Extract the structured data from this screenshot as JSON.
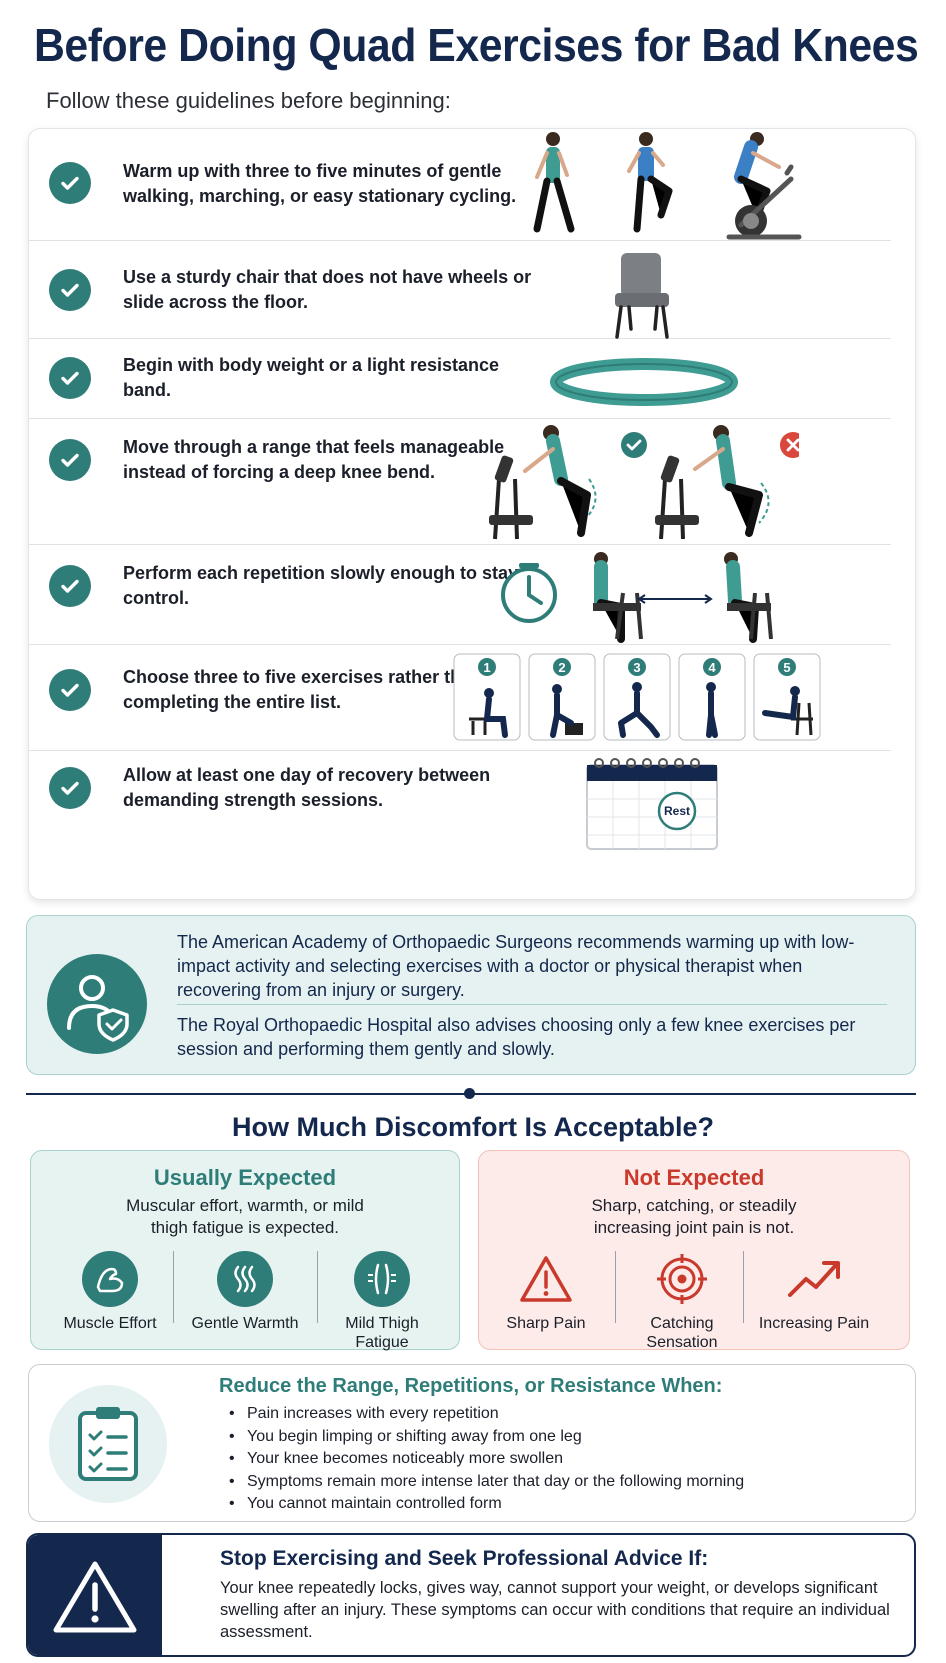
{
  "title": "Before Doing Quad Exercises for Bad Knees",
  "subtitle": "Follow these guidelines before beginning:",
  "checklist": [
    {
      "text": "Warm up with three to five minutes of gentle walking, marching, or easy stationary cycling.",
      "icon": "check-icon"
    },
    {
      "text": "Use a sturdy chair that does not have wheels or slide across the floor.",
      "icon": "check-icon"
    },
    {
      "text": "Begin with body weight or a light resistance band.",
      "icon": "check-icon"
    },
    {
      "text": "Move through a range that feels manageable instead of forcing a deep knee bend.",
      "icon": "check-icon"
    },
    {
      "text": "Perform each repetition slowly enough to stay in control.",
      "icon": "check-icon"
    },
    {
      "text": "Choose three to five exercises rather than completing the entire list.",
      "icon": "check-icon"
    },
    {
      "text": "Allow at least one day of recovery between demanding strength sessions.",
      "icon": "check-icon"
    }
  ],
  "exercise_steps": [
    "1",
    "2",
    "3",
    "4",
    "5"
  ],
  "calendar_label": "Rest",
  "info": {
    "p1": "The American Academy of Orthopaedic Surgeons recommends warming up with low-impact activity and selecting exercises with a doctor or physical therapist when recovering from an injury or surgery.",
    "p2": "The Royal Orthopaedic Hospital also advises choosing only a few knee exercises per session and performing them gently and slowly."
  },
  "discomfort": {
    "heading": "How Much Discomfort Is Acceptable?",
    "expected": {
      "title": "Usually Expected",
      "description": "Muscular effort, warmth, or mild thigh fatigue is expected.",
      "items": [
        {
          "label": "Muscle Effort",
          "icon": "muscle-icon"
        },
        {
          "label": "Gentle Warmth",
          "icon": "warmth-icon"
        },
        {
          "label": "Mild Thigh Fatigue",
          "icon": "thigh-icon"
        }
      ]
    },
    "not_expected": {
      "title": "Not Expected",
      "description": "Sharp, catching, or steadily increasing joint pain is not.",
      "items": [
        {
          "label": "Sharp Pain",
          "icon": "warning-icon"
        },
        {
          "label": "Catching Sensation",
          "icon": "target-icon"
        },
        {
          "label": "Increasing Pain",
          "icon": "trend-up-icon"
        }
      ]
    }
  },
  "reduce": {
    "title": "Reduce the Range, Repetitions, or Resistance When:",
    "items": [
      "Pain increases with every repetition",
      "You begin limping or shifting away from one leg",
      "Your knee becomes noticeably more swollen",
      "Symptoms remain more intense later that day or the following morning",
      "You cannot maintain controlled form"
    ]
  },
  "stop": {
    "title": "Stop Exercising and Seek Professional Advice If:",
    "text": "Your knee repeatedly locks, gives way, cannot support your weight, or develops significant swelling after an injury. These symptoms can occur with conditions that require an individual assessment."
  },
  "colors": {
    "navy": "#14284d",
    "teal": "#2f7d78",
    "red": "#c9392c",
    "teal_bg": "#e5f2f1",
    "red_bg": "#fcebe8"
  }
}
